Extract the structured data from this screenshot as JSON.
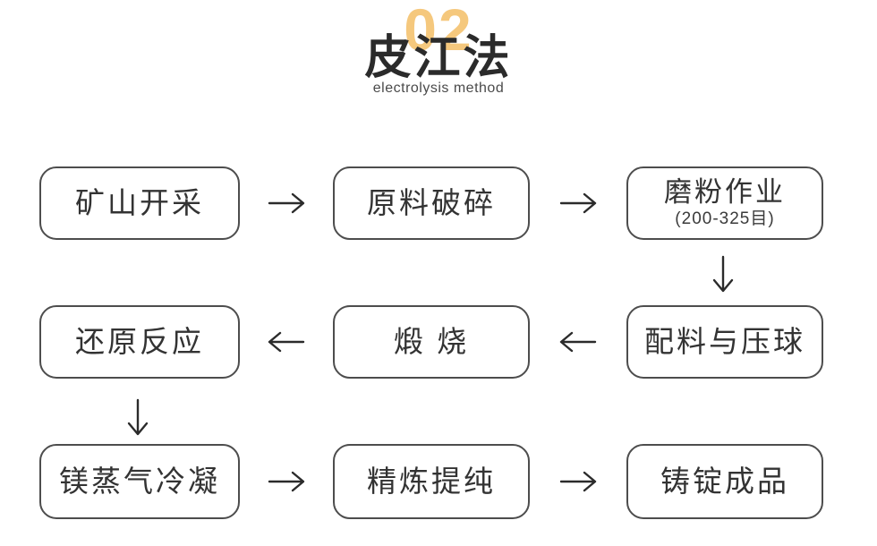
{
  "header": {
    "number": "02",
    "title": "皮江法",
    "subtitle": "electrolysis method"
  },
  "colors": {
    "accent_gold": "#F5C87D",
    "title_ink": "#2B2B2B",
    "box_border": "#4D4D4D",
    "box_text": "#333333",
    "background": "#FFFFFF"
  },
  "flow": {
    "nodes": [
      {
        "id": "mining",
        "label": "矿山开采"
      },
      {
        "id": "crushing",
        "label": "原料破碎"
      },
      {
        "id": "grinding",
        "label": "磨粉作业",
        "sublabel": "(200-325目)"
      },
      {
        "id": "reduction",
        "label": "还原反应"
      },
      {
        "id": "calcination",
        "label": "煅 烧"
      },
      {
        "id": "briquetting",
        "label": "配料与压球"
      },
      {
        "id": "condensation",
        "label": "镁蒸气冷凝"
      },
      {
        "id": "refining",
        "label": "精炼提纯"
      },
      {
        "id": "ingot",
        "label": "铸锭成品"
      }
    ],
    "arrows": [
      {
        "from": "mining",
        "to": "crushing",
        "direction": "right"
      },
      {
        "from": "crushing",
        "to": "grinding",
        "direction": "right"
      },
      {
        "from": "grinding",
        "to": "briquetting",
        "direction": "down"
      },
      {
        "from": "briquetting",
        "to": "calcination",
        "direction": "left"
      },
      {
        "from": "calcination",
        "to": "reduction",
        "direction": "left"
      },
      {
        "from": "reduction",
        "to": "condensation",
        "direction": "down"
      },
      {
        "from": "condensation",
        "to": "refining",
        "direction": "right"
      },
      {
        "from": "refining",
        "to": "ingot",
        "direction": "right"
      }
    ]
  }
}
